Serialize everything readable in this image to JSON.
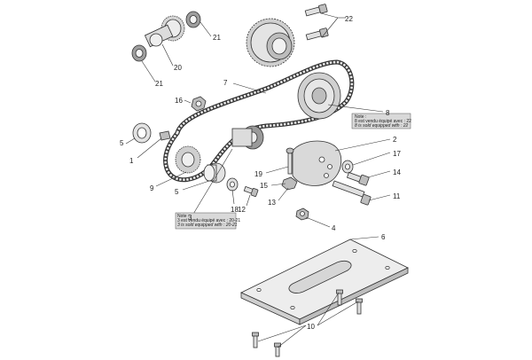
{
  "colors": {
    "metal_light": "#e6e6e6",
    "metal_mid": "#bdbdbd",
    "metal_dark": "#7a7a7a",
    "outline": "#333333",
    "note_bg": "#d9d9d9"
  },
  "callouts": {
    "c1": "1",
    "c2": "2",
    "c3": "3",
    "c4": "4",
    "c5a": "5",
    "c5b": "5",
    "c6": "6",
    "c7": "7",
    "c8": "8",
    "c9": "9",
    "c10": "10",
    "c11": "11",
    "c12": "12",
    "c13": "13",
    "c14": "14",
    "c15": "15",
    "c16": "16",
    "c17": "17",
    "c18": "18",
    "c19": "19",
    "c20": "20",
    "c21a": "21",
    "c21b": "21",
    "c22": "22"
  },
  "notes": {
    "note_top": {
      "title": "Note :",
      "line1": "8 est vendu équipé avec : 22",
      "line2": "8 is sold equipped with : 22"
    },
    "note_bottom": {
      "title": "Note :",
      "line1": "3 est vendu équipé avec : 20-21",
      "line2": "3 is sold equipped with : 20-21"
    }
  }
}
